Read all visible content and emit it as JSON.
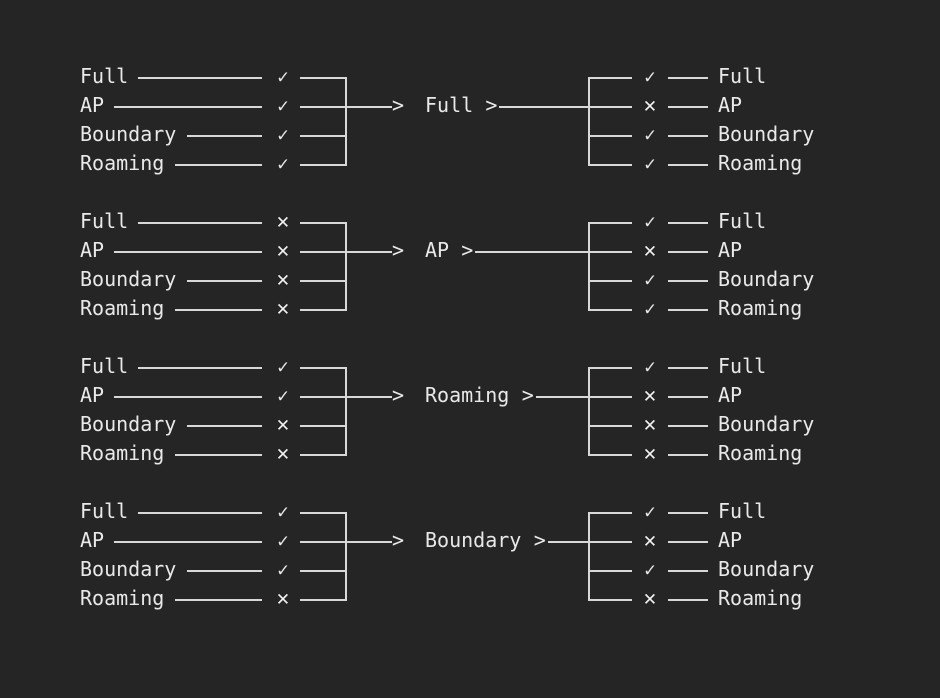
{
  "diagram": {
    "type": "state-transition-character-art",
    "background_color": "#252525",
    "foreground_color": "#e9e9e9",
    "mark_glyphs": {
      "yes": "✓",
      "no": "✕"
    },
    "arrow_glyph": ">",
    "chevron_glyph": ">",
    "row_labels": [
      "Full",
      "AP",
      "Boundary",
      "Roaming"
    ],
    "groups": [
      {
        "id": "group-full",
        "center_label": "Full",
        "inputs": [
          {
            "label": "Full",
            "mark": "yes"
          },
          {
            "label": "AP",
            "mark": "yes"
          },
          {
            "label": "Boundary",
            "mark": "yes"
          },
          {
            "label": "Roaming",
            "mark": "yes"
          }
        ],
        "outputs": [
          {
            "label": "Full",
            "mark": "yes"
          },
          {
            "label": "AP",
            "mark": "no"
          },
          {
            "label": "Boundary",
            "mark": "yes"
          },
          {
            "label": "Roaming",
            "mark": "yes"
          }
        ]
      },
      {
        "id": "group-ap",
        "center_label": "AP",
        "inputs": [
          {
            "label": "Full",
            "mark": "no"
          },
          {
            "label": "AP",
            "mark": "no"
          },
          {
            "label": "Boundary",
            "mark": "no"
          },
          {
            "label": "Roaming",
            "mark": "no"
          }
        ],
        "outputs": [
          {
            "label": "Full",
            "mark": "yes"
          },
          {
            "label": "AP",
            "mark": "no"
          },
          {
            "label": "Boundary",
            "mark": "yes"
          },
          {
            "label": "Roaming",
            "mark": "yes"
          }
        ]
      },
      {
        "id": "group-roaming",
        "center_label": "Roaming",
        "inputs": [
          {
            "label": "Full",
            "mark": "yes"
          },
          {
            "label": "AP",
            "mark": "yes"
          },
          {
            "label": "Boundary",
            "mark": "no"
          },
          {
            "label": "Roaming",
            "mark": "no"
          }
        ],
        "outputs": [
          {
            "label": "Full",
            "mark": "yes"
          },
          {
            "label": "AP",
            "mark": "no"
          },
          {
            "label": "Boundary",
            "mark": "no"
          },
          {
            "label": "Roaming",
            "mark": "no"
          }
        ]
      },
      {
        "id": "group-boundary",
        "center_label": "Boundary",
        "inputs": [
          {
            "label": "Full",
            "mark": "yes"
          },
          {
            "label": "AP",
            "mark": "yes"
          },
          {
            "label": "Boundary",
            "mark": "yes"
          },
          {
            "label": "Roaming",
            "mark": "no"
          }
        ],
        "outputs": [
          {
            "label": "Full",
            "mark": "yes"
          },
          {
            "label": "AP",
            "mark": "no"
          },
          {
            "label": "Boundary",
            "mark": "yes"
          },
          {
            "label": "Roaming",
            "mark": "no"
          }
        ]
      }
    ]
  }
}
